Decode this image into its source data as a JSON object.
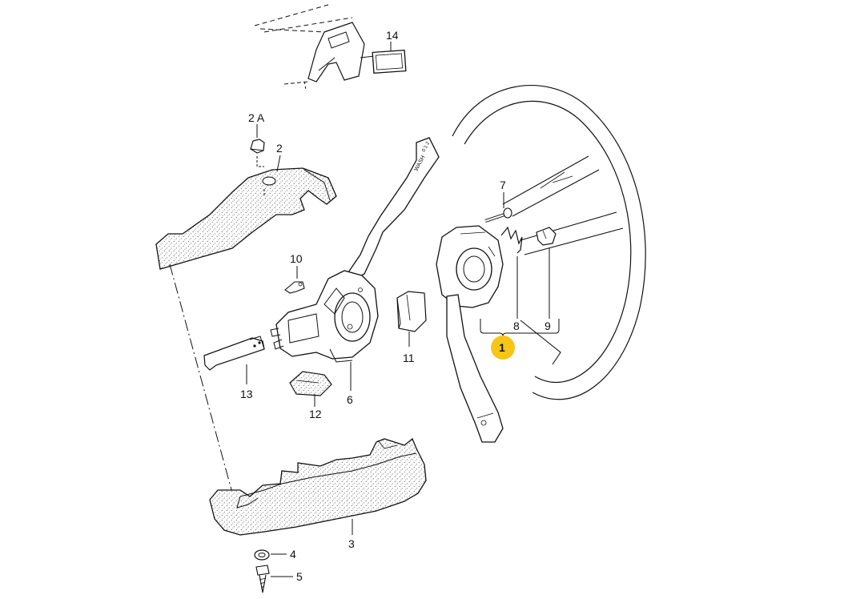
{
  "colors": {
    "line": "#111111",
    "background": "#ffffff",
    "highlight": "#f5c518",
    "stipple": "#333333"
  },
  "callouts": {
    "p1": "1",
    "p2": "2",
    "p2a": "2 A",
    "p3": "3",
    "p4": "4",
    "p5": "5",
    "p6": "6",
    "p7": "7",
    "p8": "8",
    "p9": "9",
    "p10": "10",
    "p11": "11",
    "p12": "12",
    "p13": "13",
    "p14": "14"
  },
  "lever_markings": {
    "wiper_text": "WASH",
    "wiper_positions": "0 1 2"
  }
}
